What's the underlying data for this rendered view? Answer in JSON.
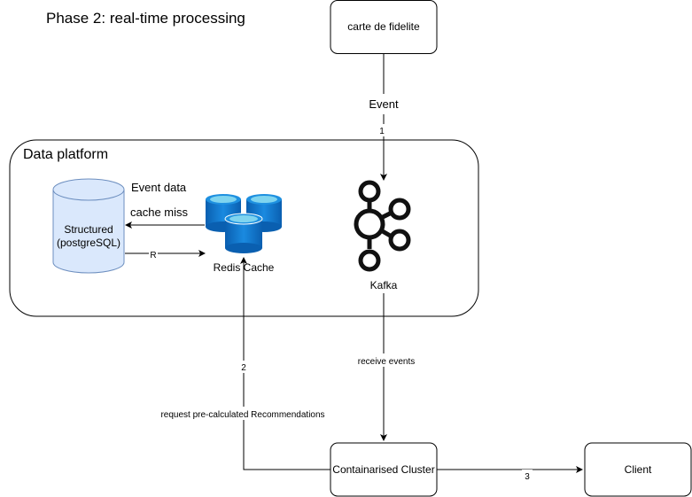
{
  "title": "Phase 2: real-time processing",
  "nodes": {
    "loyalty_card": "carte de fidelite",
    "platform": "Data platform",
    "db_line1": "Structured",
    "db_line2": "(postgreSQL)",
    "redis": "Redis Cache",
    "kafka": "Kafka",
    "cluster": "Containarised Cluster",
    "client": "Client"
  },
  "edges": {
    "event": "Event",
    "step1": "1",
    "event_data": "Event data",
    "cache_miss": "cache miss",
    "r": "R",
    "receive_events": "receive events",
    "step2": "2",
    "request": "request pre-calculated Recommendations",
    "step3": "3"
  },
  "colors": {
    "db_fill": "#dae8fc",
    "db_stroke": "#6c8ebf",
    "redis_top": "#7fd4ef",
    "redis_body": "#0f78d4",
    "redis_dark": "#0a5fb0",
    "kafka": "#111111",
    "line": "#000000"
  }
}
